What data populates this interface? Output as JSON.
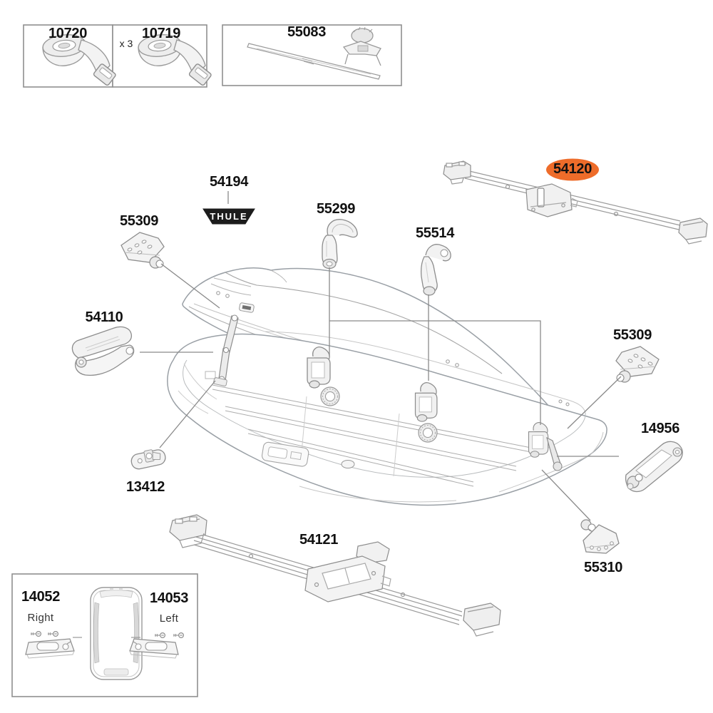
{
  "top_kits": {
    "strap_left": {
      "id": "10720"
    },
    "strap_right": {
      "id": "10719",
      "qty": "x 3"
    },
    "rod_kit": {
      "id": "55083"
    }
  },
  "badge": {
    "id": "54194",
    "logo_text": "THULE"
  },
  "parts": {
    "bracket_front_left": {
      "id": "55309"
    },
    "claw_front": {
      "id": "55299"
    },
    "claw_rear": {
      "id": "55514"
    },
    "lid_rail": {
      "id": "54120",
      "highlighted": true
    },
    "lid_lifter": {
      "id": "54110"
    },
    "hinge_plate": {
      "id": "13412"
    },
    "bracket_rear_right": {
      "id": "55309"
    },
    "tensioner_link": {
      "id": "14956"
    },
    "bracket_bottom_right": {
      "id": "55310"
    },
    "base_rail": {
      "id": "54121"
    }
  },
  "endcap_kit": {
    "right": {
      "id": "14052",
      "side": "Right"
    },
    "left": {
      "id": "14053",
      "side": "Left"
    }
  },
  "highlight": {
    "selected_part": "54120",
    "color": "#ee6c2a"
  }
}
